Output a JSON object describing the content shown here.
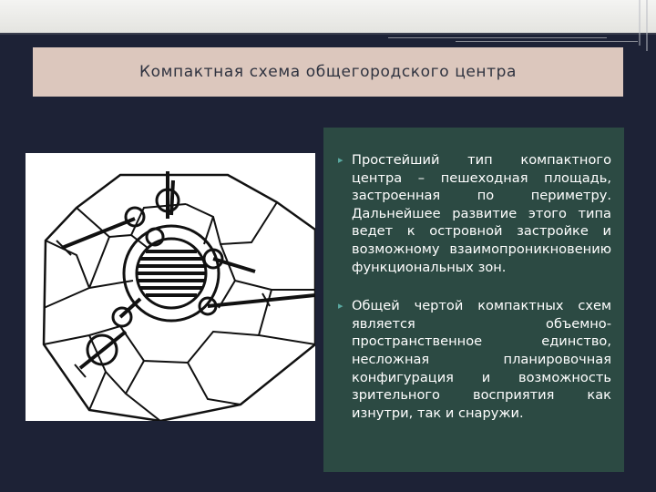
{
  "slide": {
    "title": "Компактная схема общегородского центра",
    "bullets": [
      "Простейший тип компактного центра – пешеходная площадь, застроенная по периметру. Дальнейшее развитие этого типа ведет к островной застройке и возможному взаимопроникновению функциональных зон.",
      "Общей чертой компактных схем является объемно-пространственное единство, несложная планировочная конфигурация и возможность зрительного восприятия как изнутри, так и снаружи."
    ],
    "bullet_icon": "triangle-bullet-icon",
    "colors": {
      "background": "#1d2236",
      "title_bar": "#dcc7bd",
      "text_panel": "#2c4a43",
      "bullet_accent": "#5aa8a0"
    }
  }
}
